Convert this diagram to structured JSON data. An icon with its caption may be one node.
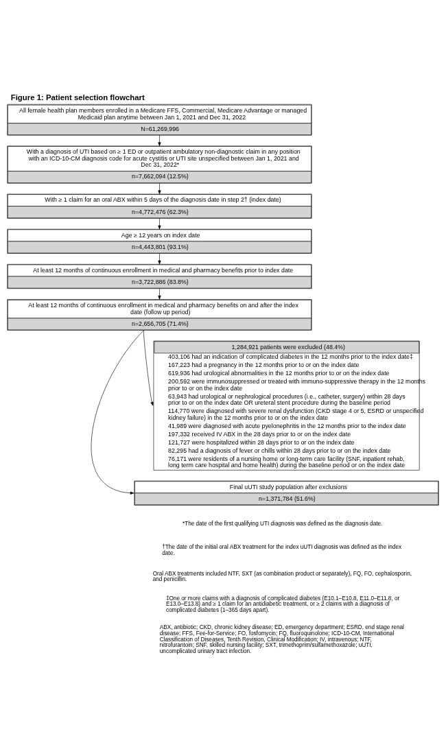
{
  "diagram": {
    "title": "Figure 1: Patient selection flowchart",
    "nodes": [
      {
        "text": [
          "All female health plan members enrolled in a Medicare FFS, Commercial, Medicare Advantage or managed Medicaid plan anytime between Jan 1, 2021 and Dec 31, 2022",
          "N=61,269,996"
        ]
      },
      {
        "text": [
          "With a diagnosis of UTI based on ≥ 1 ED or outpatient ambulatory non-diagnostic claim in any position with an ICD-10-CM diagnosis code for acute cystitis or UTI site unspecified between Jan 1, 2021 and Dec 31, 2022*",
          "n=7,662,094 (12.5%)"
        ]
      },
      {
        "text": [
          "With ≥ 1 claim for an oral ABX within 5 days of the diagnosis date in step 2† (index date)",
          "n=4,772,476 (62.3%)"
        ]
      },
      {
        "text": [
          "Age ≥ 12 years on index date",
          "n=4,443,801 (93.1%)"
        ]
      },
      {
        "text": [
          "At least 12 months of continuous enrollment in medical and pharmacy benefits prior to index date",
          "n=3,722,886 (83.8%)"
        ]
      },
      {
        "text": [
          "At least 12 months of continuous enrollment in medical and pharmacy benefits on and after the index date (follow up period)",
          "n=2,656,705 (71.4%)"
        ]
      },
      {
        "text": [
          "1,284,921 patients were excluded (48.4%)",
          "403,106 had an indication of complicated diabetes in the 12 months prior to the index date‡",
          "167,223 had a pregnancy in the 12 months prior to or on the index date",
          "619,936 had urological abnormalities in the 12 months prior to or on the index date",
          "200,592 were immunosuppressed or treated with immuno-suppressive therapy in the 12 months prior to or on the index date",
          "63,943 had urological or nephrological procedures (i.e., catheter, surgery) within 28 days prior to or on the index date OR ureteral stent procedure during the baseline period",
          "114,770 were diagnosed with severe renal dysfunction (CKD stage 4 or 5, ESRD or unspecified kidney failure) in the 12 months prior to or on the index date",
          "41,989 were diagnosed with acute pyelonephritis in the 12 months prior to the index date",
          "197,332 received IV ABX in the 28 days prior to or on the index date",
          "121,727 were hospitalized within 28 days prior to or on the index date",
          "82,295 had a diagnosis of fever or chills within 28 days prior to or on the index date",
          "76,171 were residents of a nursing home or long-term care facility (SNF, inpatient rehab, long term care hospital and home health) during the baseline period or on the index date"
        ]
      },
      {
        "text": [
          "Final uUTI study population after exclusions",
          "n=1,371,784 (51.6%)"
        ]
      }
    ],
    "edges": [
      {
        "from": 0,
        "to": 1,
        "arrow": "to"
      },
      {
        "from": 1,
        "to": 2,
        "arrow": "to"
      },
      {
        "from": 2,
        "to": 3,
        "arrow": "to"
      },
      {
        "from": 3,
        "to": 4,
        "arrow": "to"
      },
      {
        "from": 4,
        "to": 5,
        "arrow": "to"
      },
      {
        "from": 5,
        "to": 6,
        "arrow": "to"
      },
      {
        "from": 5,
        "to": 7,
        "arrow": "to"
      }
    ],
    "labels": [
      "*The date of the first qualifying UTI diagnosis was defined as the diagnosis date.",
      "†The date of the initial oral ABX treatment for the index uUTI diagnosis was defined as the index date.",
      "Oral ABX treatments included NTF, SXT (as combination product or separately), FQ, FO, cephalosporin, and penicillin.",
      "‡One or more claims with a diagnosis of complicated diabetes (E10.1–E10.8, E11.0–E11.8, or E13.0–E13.8) and ≥ 1 claim for an antidiabetic treatment, or ≥ 2 claims with a diagnosis of complicated diabetes (1–365 days apart).",
      "ABX, antibiotic; CKD, chronic kidney disease; ED, emergency department; ESRD, end stage renal disease; FFS, Fee-for-Service; FO, fosfomycin; FQ, fluoroquinolone; ICD-10-CM, International Classification of Diseases, Tenth Revision, Clinical Modification; IV, intravenous; NTF, nitrofurantoin; SNF, skilled nursing facility; SXT, trimethoprim/sulfamethoxazole; uUTI, uncomplicated urinary tract infection."
    ]
  }
}
